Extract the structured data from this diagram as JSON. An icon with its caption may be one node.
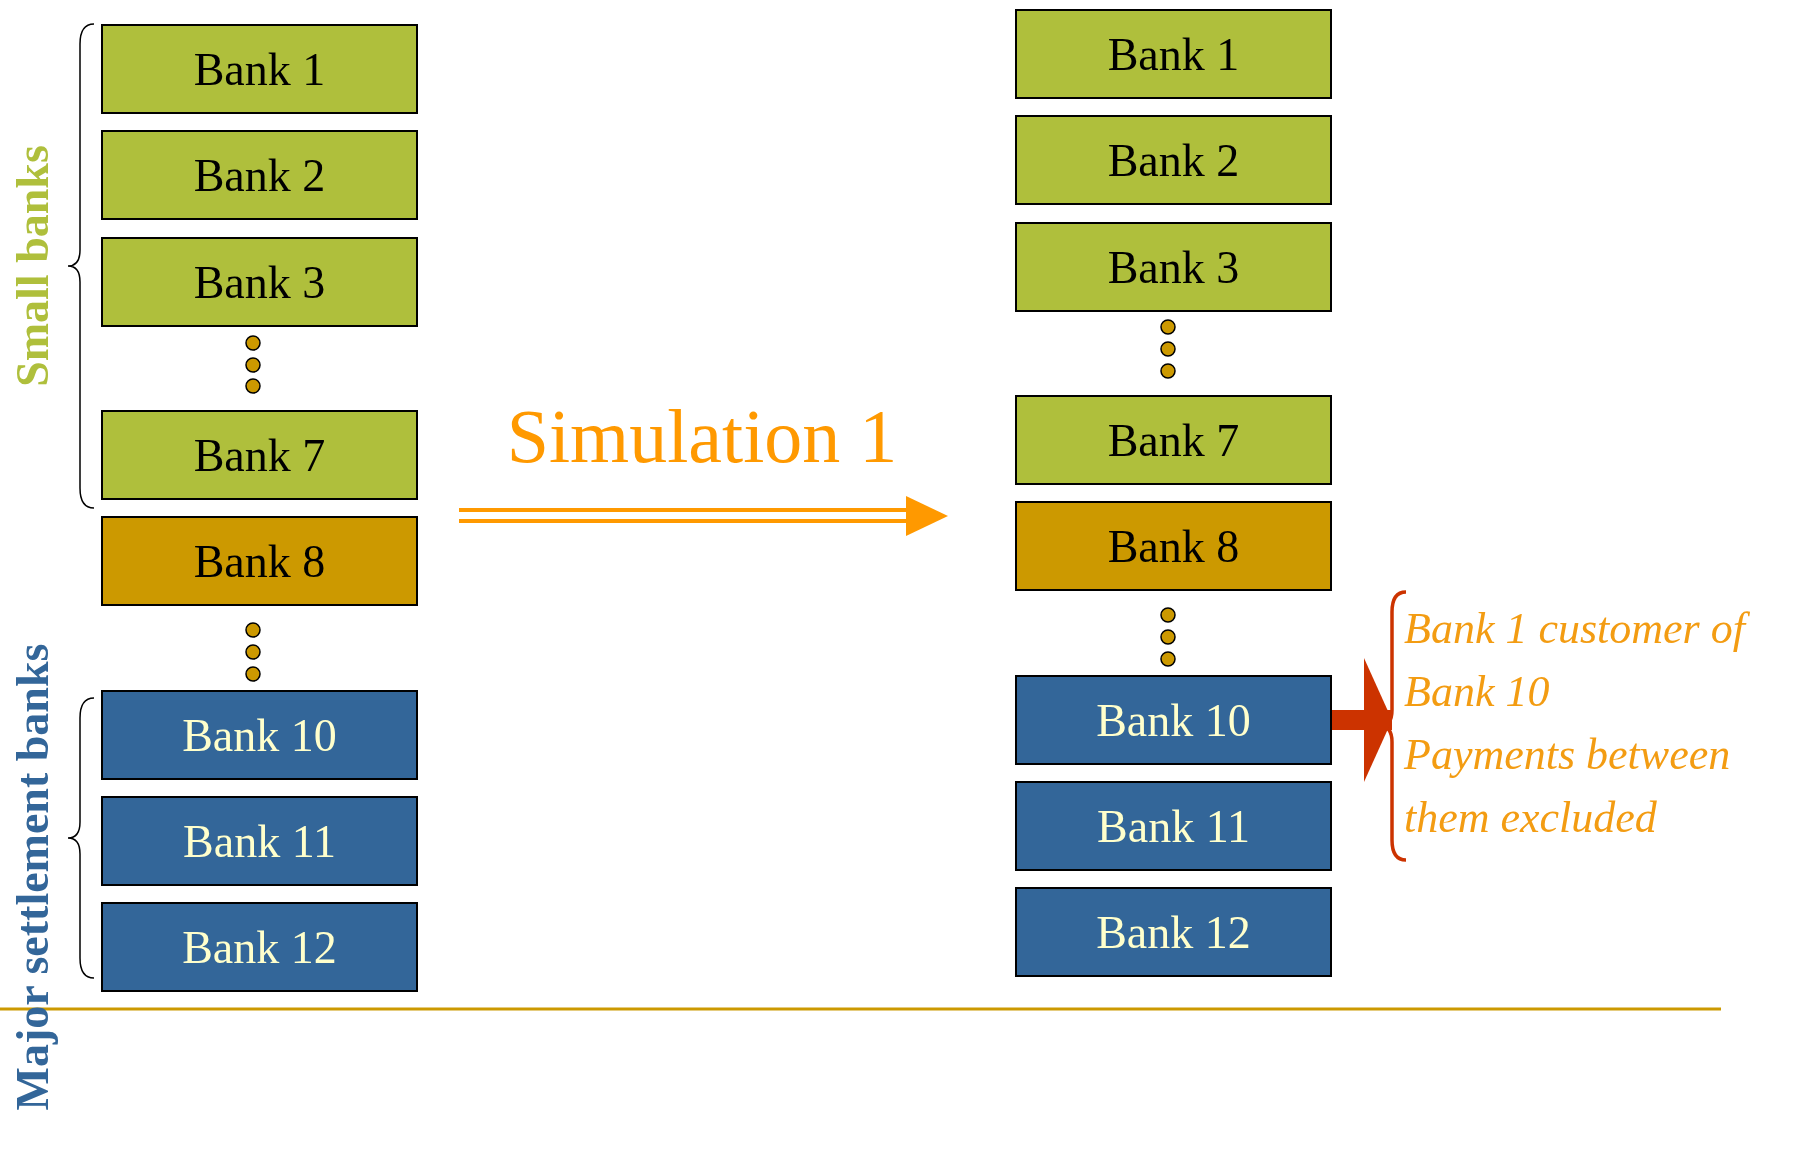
{
  "diagram": {
    "nodes": [
      {
        "text": [
          "Bank 1"
        ]
      },
      {
        "text": [
          "Bank 2"
        ]
      },
      {
        "text": [
          "Bank 3"
        ]
      },
      {
        "text": [
          "Bank 7"
        ]
      },
      {
        "text": [
          "Bank 8"
        ]
      },
      {
        "text": [
          "Bank 10"
        ]
      },
      {
        "text": [
          "Bank 11"
        ]
      },
      {
        "text": [
          "Bank 12"
        ]
      },
      {
        "text": [
          "Bank 1"
        ]
      },
      {
        "text": [
          "Bank 2"
        ]
      },
      {
        "text": [
          "Bank 3"
        ]
      },
      {
        "text": [
          "Bank 7"
        ]
      },
      {
        "text": [
          "Bank 8"
        ]
      },
      {
        "text": [
          "Bank 10"
        ]
      },
      {
        "text": [
          "Bank 11"
        ]
      },
      {
        "text": [
          "Bank 12"
        ]
      },
      {
        "text": [
          "Bank 1 customer of Bank 10",
          "Payments between them excluded"
        ]
      }
    ],
    "edges": [
      {
        "from": 13,
        "to": 16,
        "arrow": "to"
      }
    ],
    "labels": [
      "Small banks",
      "Major settlement banks",
      "Simulation 1"
    ]
  }
}
